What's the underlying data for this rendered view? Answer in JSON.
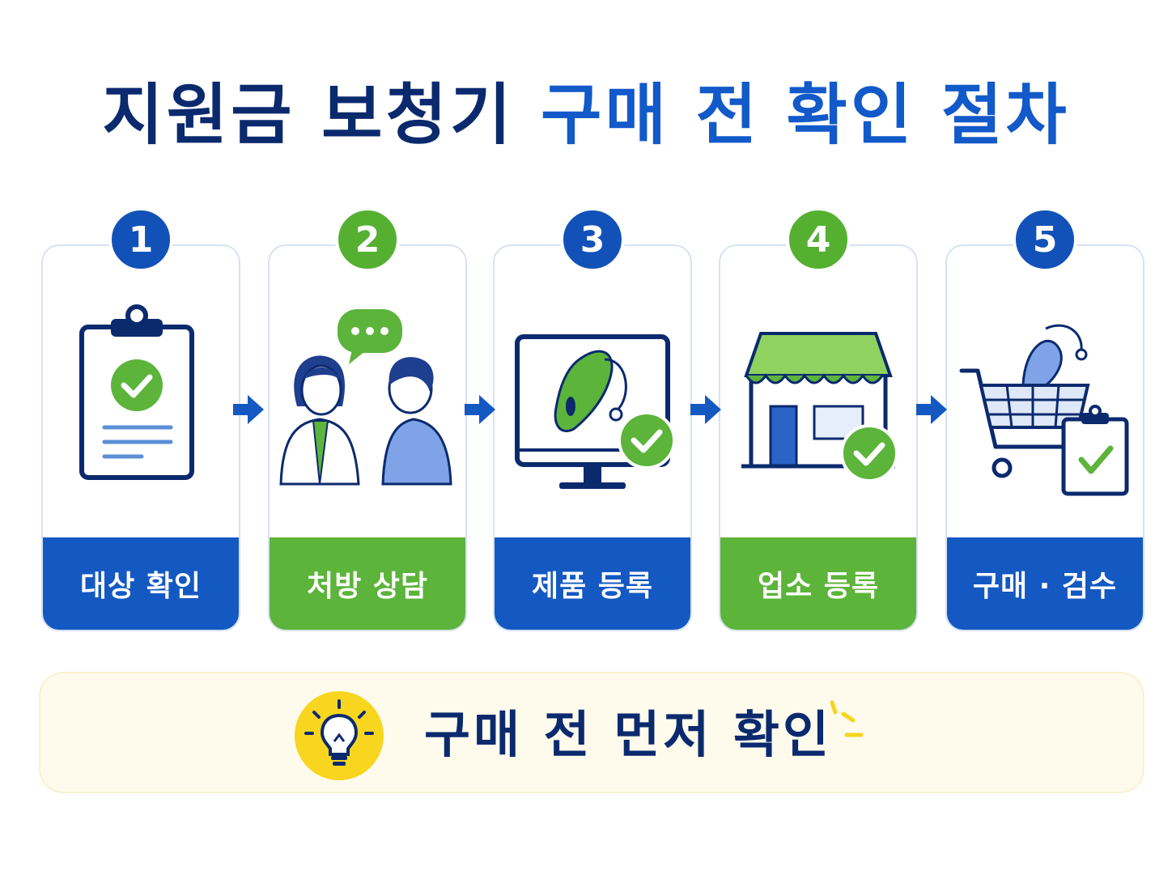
{
  "title": {
    "part1": "지원금 보청기",
    "part2": "구매 전 확인 절차"
  },
  "steps": [
    {
      "number": "1",
      "label": "대상 확인",
      "icon": "clipboard-check-icon"
    },
    {
      "number": "2",
      "label": "처방 상담",
      "icon": "consultation-icon"
    },
    {
      "number": "3",
      "label": "제품 등록",
      "icon": "monitor-hearing-aid-icon"
    },
    {
      "number": "4",
      "label": "업소 등록",
      "icon": "store-icon"
    },
    {
      "number": "5",
      "label": "구매 · 검수",
      "icon": "cart-hearing-aid-icon"
    }
  ],
  "banner": {
    "text": "구매 전 먼저 확인",
    "icon": "lightbulb-icon"
  },
  "colors": {
    "navy": "#0b2a6e",
    "blue": "#1458c2",
    "green": "#5cb43a",
    "yellow": "#f8d51e",
    "banner_bg": "#fefaec"
  }
}
